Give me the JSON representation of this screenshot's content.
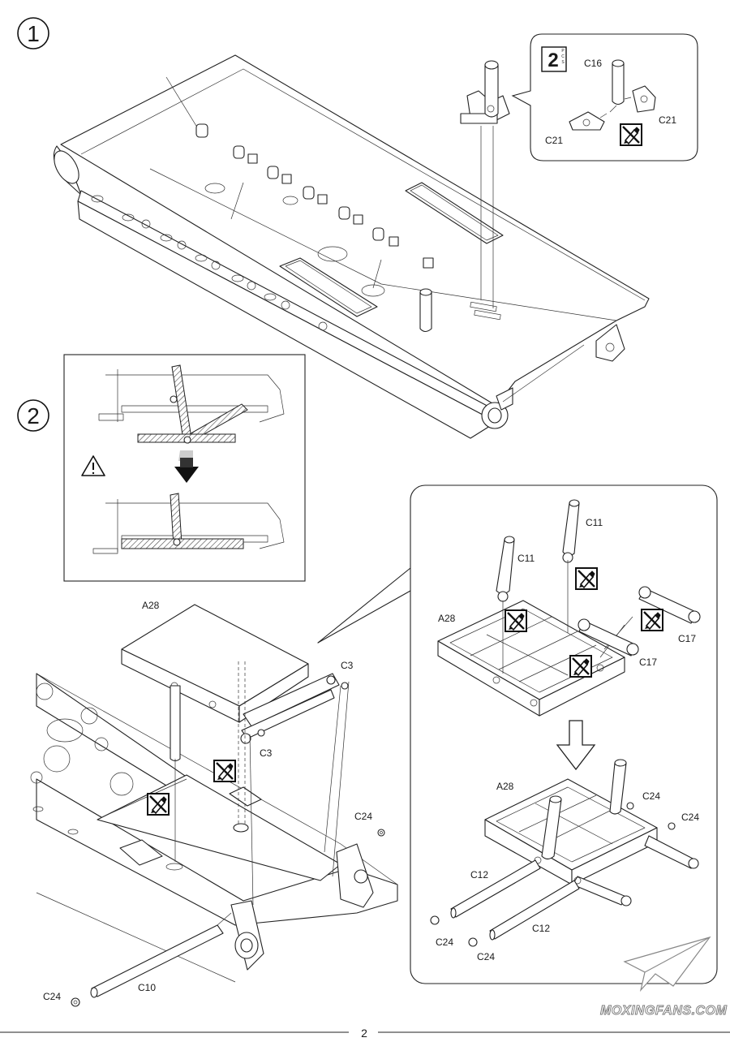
{
  "steps": [
    {
      "number": "1"
    },
    {
      "number": "2"
    }
  ],
  "step1": {
    "qty_number": "2",
    "qty_unit": "PCS",
    "labels": {
      "c16": "C16",
      "c21_right": "C21",
      "c21_left": "C21"
    },
    "icons": {
      "no_glue": "no-glue-icon"
    }
  },
  "step2": {
    "labels": {
      "a28_main": "A28",
      "c3_top": "C3",
      "c3_bottom": "C3",
      "c24_right": "C24",
      "c10": "C10",
      "c24_bottom": "C24",
      "c11_right": "C11",
      "c11_left": "C11",
      "a28_detail": "A28",
      "c17_top": "C17",
      "c17_bottom": "C17",
      "a28_lower": "A28",
      "c24_d1": "C24",
      "c24_d2": "C24",
      "c12_left": "C12",
      "c12_right": "C12",
      "c24_d3": "C24",
      "c24_d4": "C24"
    },
    "icons": {
      "warning": "warning-icon",
      "arrow": "arrow-down-icon",
      "no_glue": "no-glue-icon"
    }
  },
  "watermark": "MOXINGFANS.COM",
  "page_number": "2",
  "colors": {
    "ink": "#1a1a1a",
    "paper": "#ffffff",
    "hatch": "#444444"
  }
}
